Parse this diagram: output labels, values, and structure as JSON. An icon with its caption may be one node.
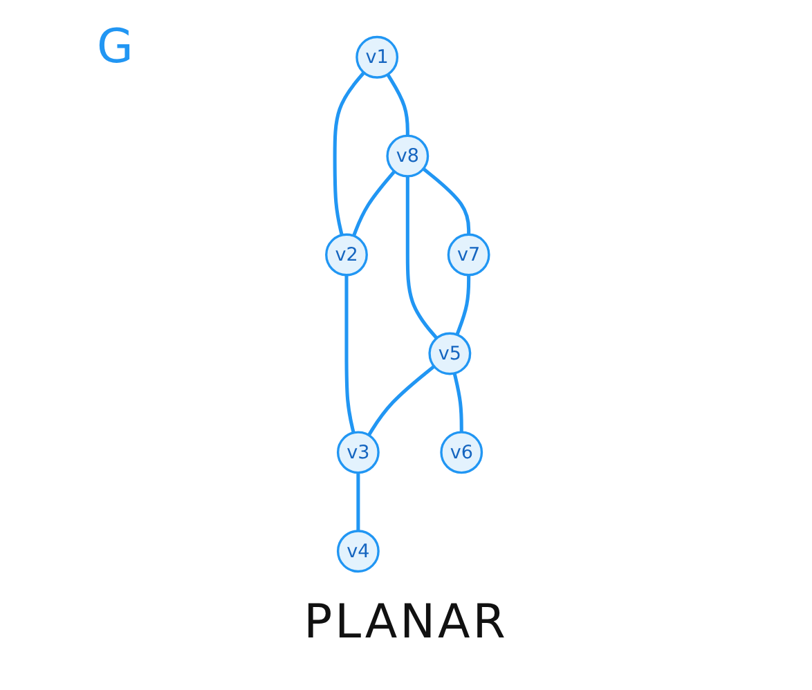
{
  "diagram": {
    "title": "G",
    "nodes": [
      {
        "text": [
          "v1"
        ]
      },
      {
        "text": [
          "v2"
        ]
      },
      {
        "text": [
          "v3"
        ]
      },
      {
        "text": [
          "v4"
        ]
      },
      {
        "text": [
          "v5"
        ]
      },
      {
        "text": [
          "v6"
        ]
      },
      {
        "text": [
          "v7"
        ]
      },
      {
        "text": [
          "v8"
        ]
      }
    ],
    "edges": [
      {
        "from": 0,
        "to": 7,
        "arrow": "none"
      },
      {
        "from": 0,
        "to": 1,
        "arrow": "none"
      },
      {
        "from": 7,
        "to": 1,
        "arrow": "none"
      },
      {
        "from": 7,
        "to": 6,
        "arrow": "none"
      },
      {
        "from": 7,
        "to": 4,
        "arrow": "none"
      },
      {
        "from": 1,
        "to": 2,
        "arrow": "none"
      },
      {
        "from": 6,
        "to": 4,
        "arrow": "none"
      },
      {
        "from": 4,
        "to": 2,
        "arrow": "none"
      },
      {
        "from": 4,
        "to": 5,
        "arrow": "none"
      },
      {
        "from": 2,
        "to": 3,
        "arrow": "none"
      }
    ],
    "labels": [
      "PLANAR"
    ]
  }
}
